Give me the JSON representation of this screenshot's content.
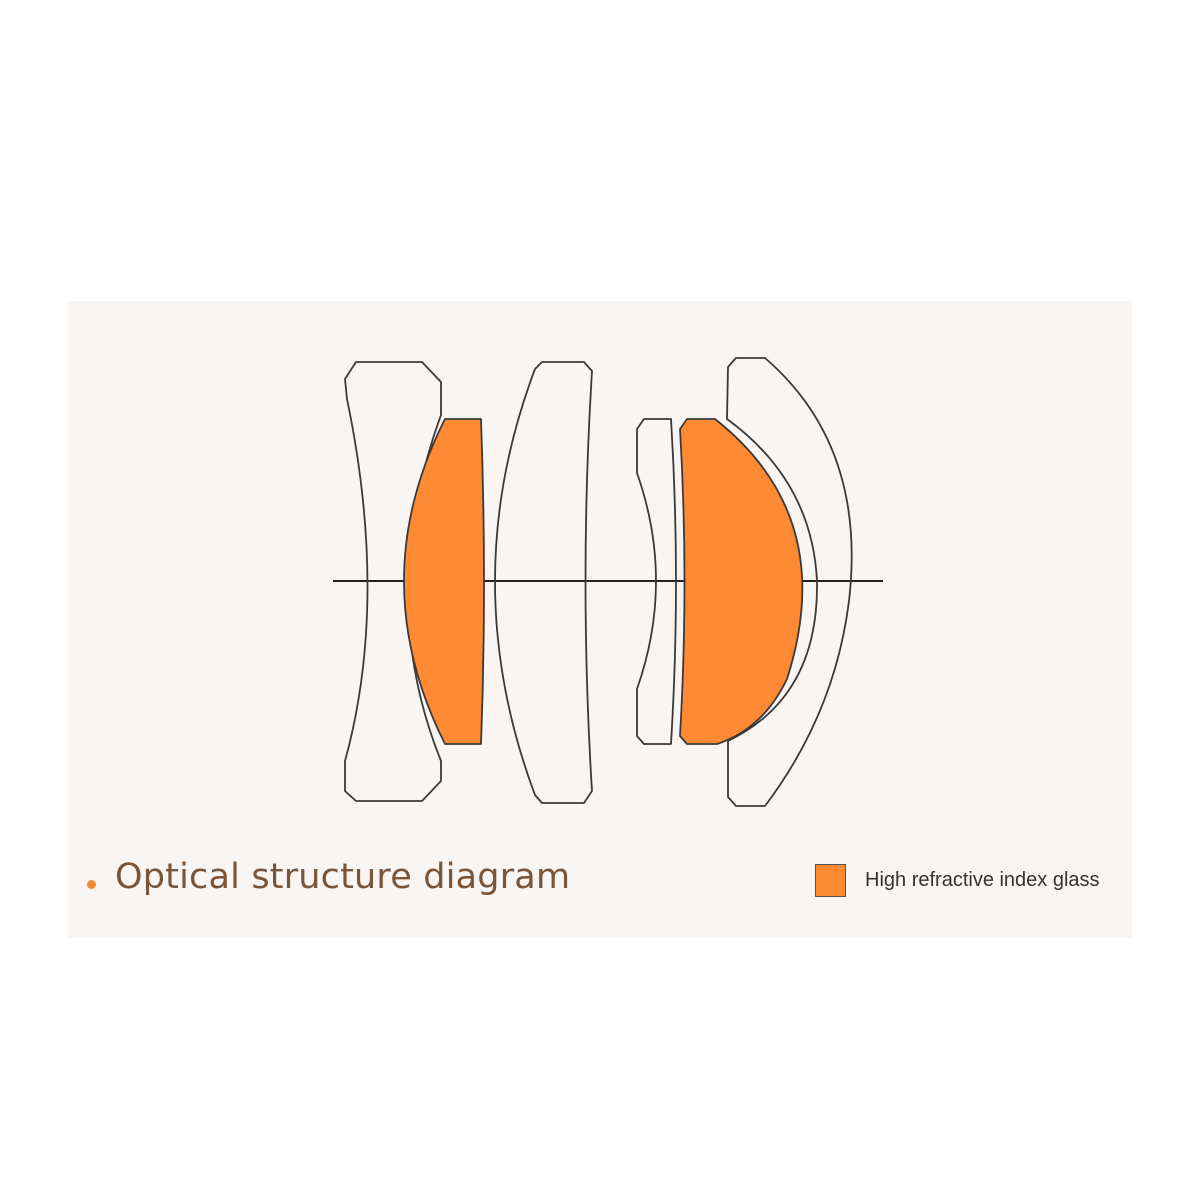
{
  "colors": {
    "page_background": "#ffffff",
    "panel_background": "#f9f5f2",
    "high_index_fill": "#ff8a33",
    "lens_outline": "#3a3a3a",
    "caption_text": "#7a5538",
    "bullet": "#f28a33"
  },
  "diagram": {
    "elements": [
      {
        "name": "lens-element-1",
        "high_refractive_index": false
      },
      {
        "name": "lens-element-2",
        "high_refractive_index": true
      },
      {
        "name": "lens-element-3",
        "high_refractive_index": false
      },
      {
        "name": "lens-element-4",
        "high_refractive_index": false
      },
      {
        "name": "lens-element-5",
        "high_refractive_index": true
      },
      {
        "name": "lens-element-6",
        "high_refractive_index": false
      }
    ]
  },
  "caption": {
    "text": "Optical structure diagram"
  },
  "legend": {
    "label": "High refractive index glass"
  }
}
